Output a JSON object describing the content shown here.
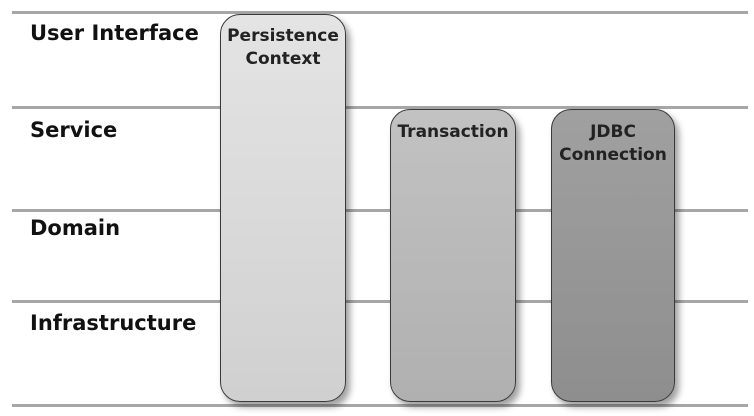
{
  "layers": [
    {
      "label": "User Interface"
    },
    {
      "label": "Service"
    },
    {
      "label": "Domain"
    },
    {
      "label": "Infrastructure"
    }
  ],
  "scopes": [
    {
      "label": "Persistence\nContext",
      "fill": "#dadada"
    },
    {
      "label": "Transaction",
      "fill": "#b8b8b8"
    },
    {
      "label": "JDBC\nConnection",
      "fill": "#979797"
    }
  ],
  "colors": {
    "divider": "#a6a6a6",
    "outline": "#3a3a3a",
    "text": "#111111"
  }
}
